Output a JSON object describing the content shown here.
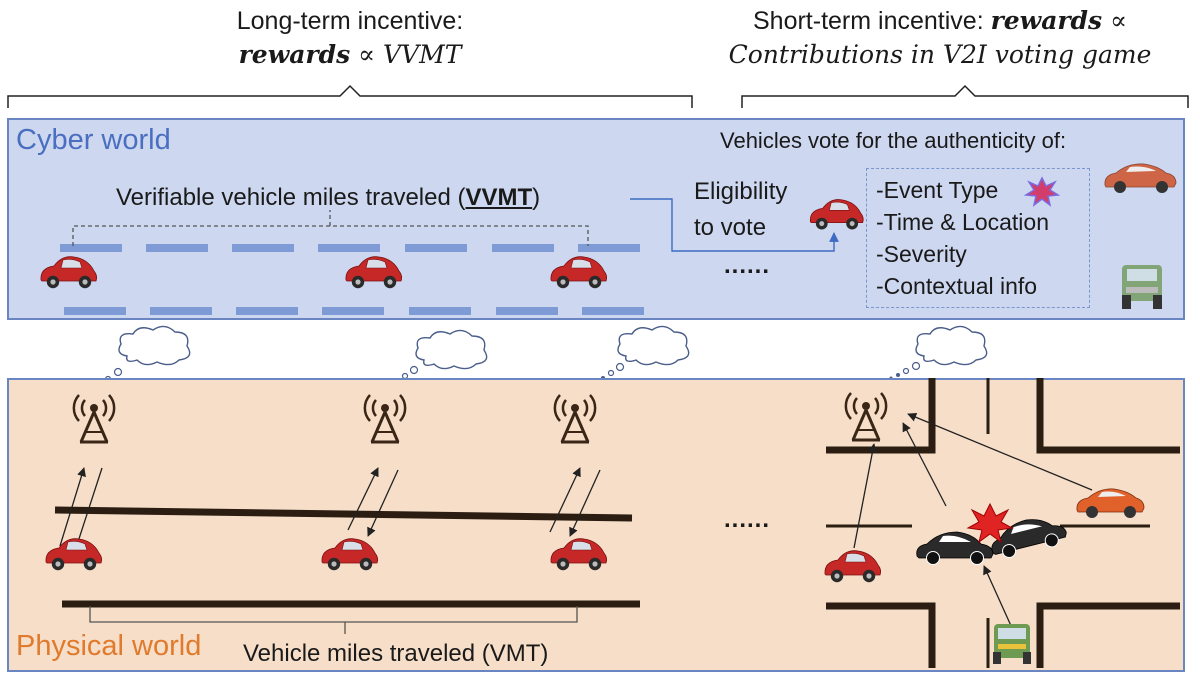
{
  "header": {
    "long_line1": "Long-term incentive:",
    "long_rewards": "rewards",
    "long_prop": "∝",
    "long_metric": "VVMT",
    "short_line1": "Short-term incentive:",
    "short_rewards": "rewards",
    "short_prop": "∝",
    "short_line2": "Contributions in V2I voting game"
  },
  "cyber": {
    "title": "Cyber world",
    "vvmt_label_prefix": "Verifiable vehicle miles traveled (",
    "vvmt_label_bold": "VVMT",
    "vvmt_label_suffix": ")",
    "eligibility_line1": "Eligibility",
    "eligibility_line2": "to vote",
    "ellipsis": "......",
    "vote_heading": "Vehicles vote for the authenticity of:",
    "vote_items": [
      "-Event Type",
      "-Time & Location",
      "-Severity",
      "-Contextual info"
    ]
  },
  "physical": {
    "title": "Physical world",
    "vmt_label": "Vehicle miles traveled (VMT)",
    "ellipsis": "......"
  },
  "colors": {
    "cyber_bg": "#cdd7ef",
    "cyber_border": "#6a86c2",
    "physical_bg": "#f6dec8",
    "cyber_title": "#4a6fc1",
    "physical_title": "#e07a2c",
    "road_dash": "#7f9bd6",
    "car_red": "#c62828",
    "road_dark": "#2b1d12"
  },
  "icons": [
    "antenna-icon",
    "thought-cloud-icon",
    "red-car-icon",
    "orange-sports-car-icon",
    "green-pickup-icon",
    "black-sedan-icon",
    "crash-burst-icon"
  ]
}
